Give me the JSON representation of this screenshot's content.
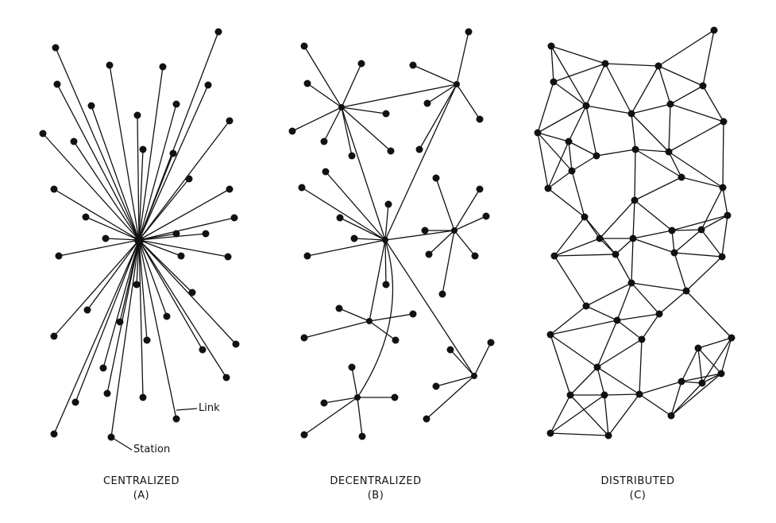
{
  "panels": [
    {
      "title": "CENTRALIZED",
      "letter": "(A)"
    },
    {
      "title": "DECENTRALIZED",
      "letter": "(B)"
    },
    {
      "title": "DISTRIBUTED",
      "letter": "(C)"
    }
  ],
  "annotations": {
    "link": "Link",
    "station": "Station"
  },
  "colors": {
    "ink": "#111111",
    "background": "#ffffff"
  }
}
